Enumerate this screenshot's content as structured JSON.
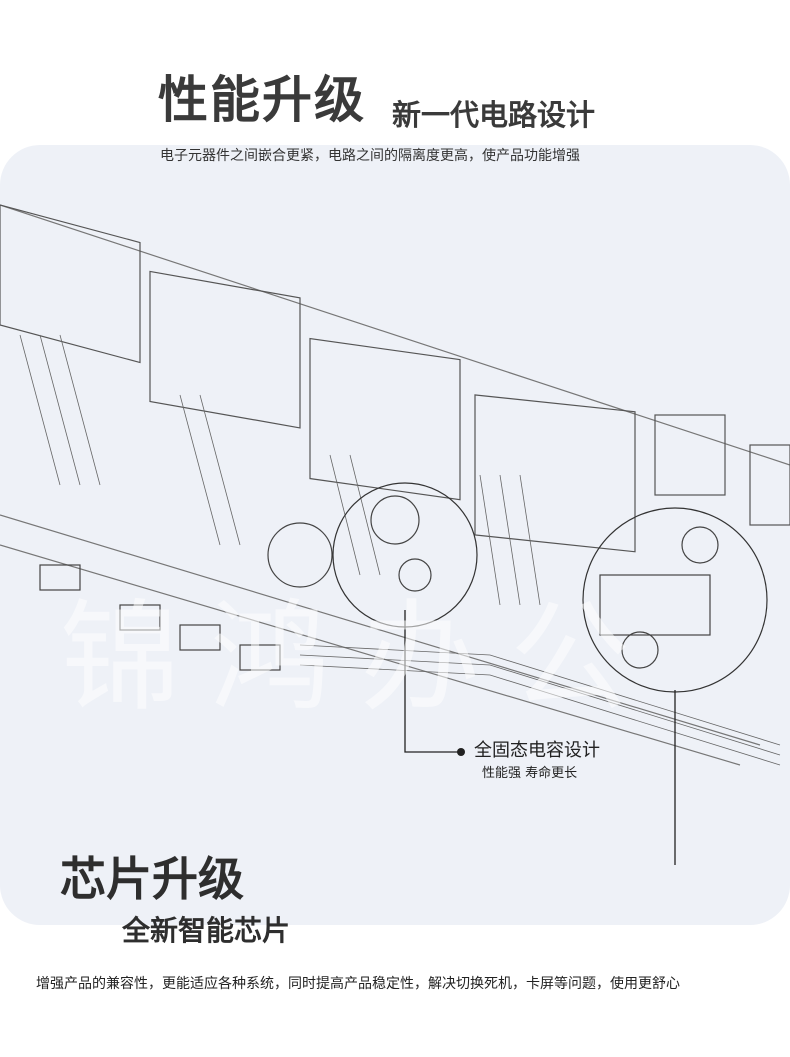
{
  "header": {
    "title": "性能升级",
    "subtitle": "新一代电路设计",
    "caption": "电子元器件之间嵌合更紧，电路之间的隔离度更高，使产品功能增强"
  },
  "callout_capacitor": {
    "title": "全固态电容设计",
    "subtitle": "性能强 寿命更长"
  },
  "chip": {
    "title": "芯片升级",
    "subtitle": "全新智能芯片",
    "description": "增强产品的兼容性，更能适应各种系统，同时提高产品稳定性，解决切换死机，卡屏等问题，使用更舒心"
  },
  "watermark": "锦鸿办公",
  "colors": {
    "panel": "#eef1f7",
    "text": "#333333",
    "line": "#222222"
  }
}
